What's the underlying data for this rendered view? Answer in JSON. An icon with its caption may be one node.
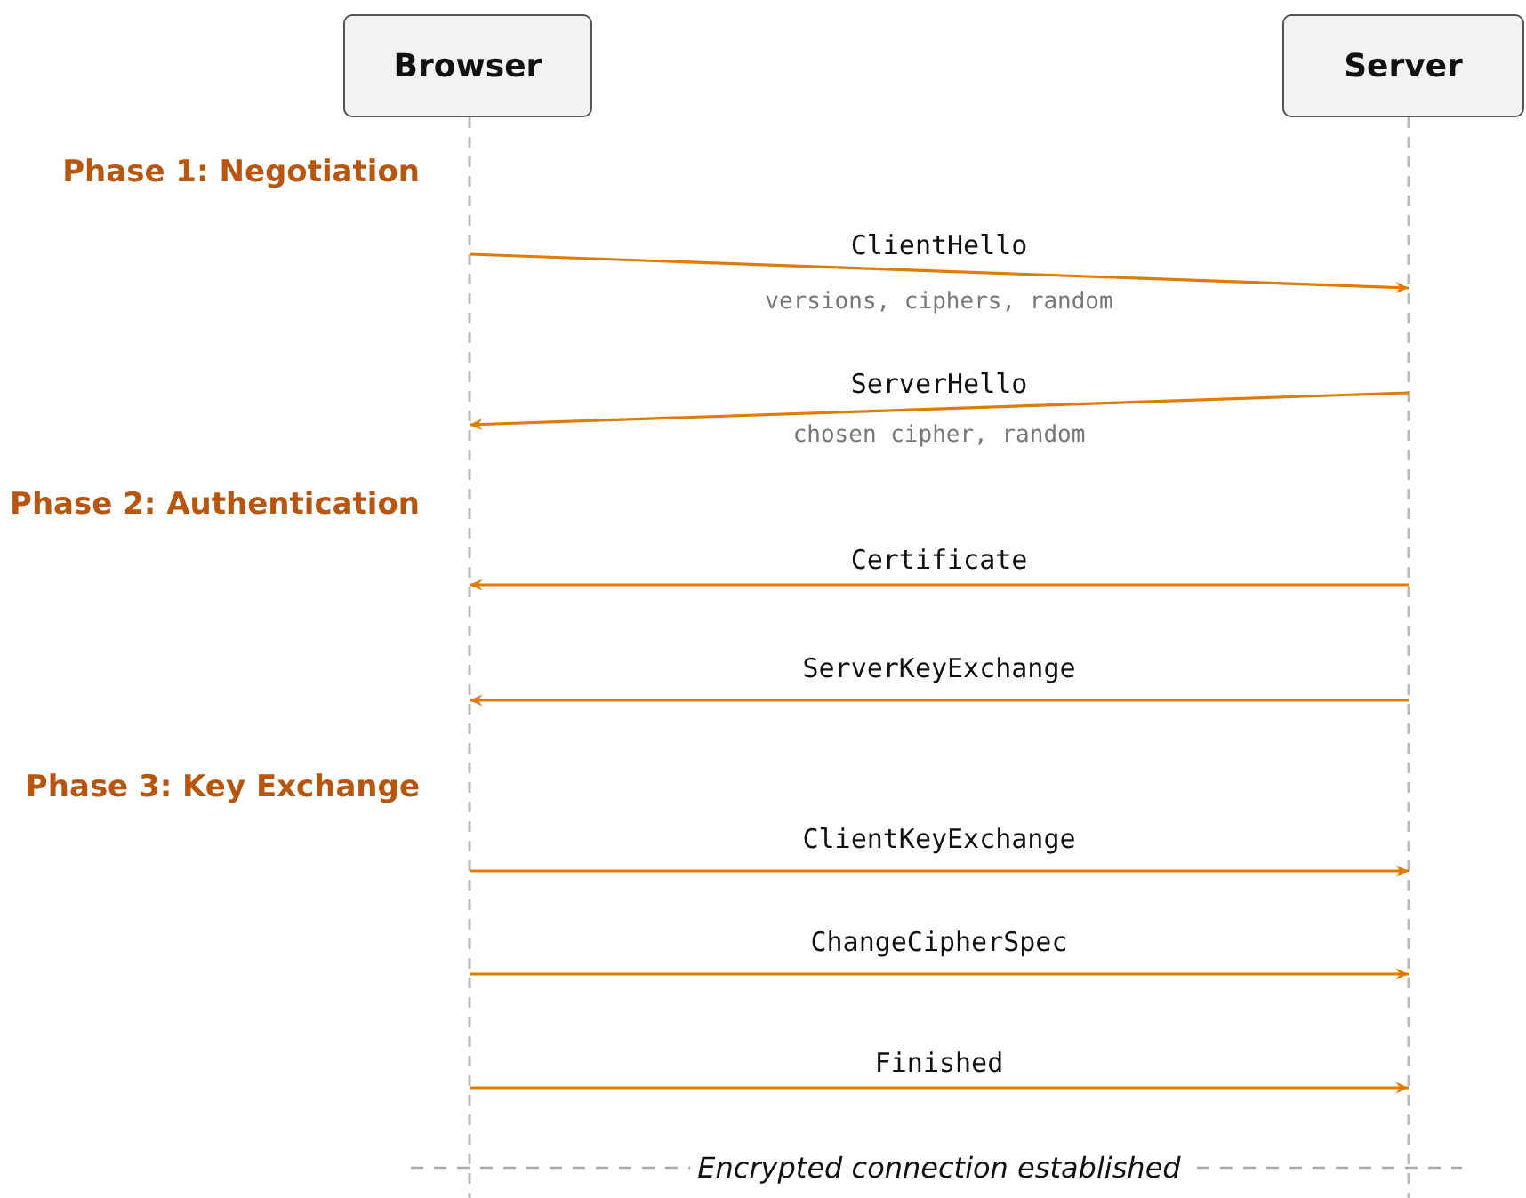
{
  "diagram": {
    "nodes": [
      {
        "text": [
          "Browser"
        ]
      },
      {
        "text": [
          "Server"
        ]
      }
    ],
    "edges": [
      {
        "from": 0,
        "to": 1,
        "arrow": "to",
        "label": "ClientHello"
      },
      {
        "from": 1,
        "to": 0,
        "arrow": "to",
        "label": "ServerHello"
      },
      {
        "from": 1,
        "to": 0,
        "arrow": "to",
        "label": "Certificate"
      },
      {
        "from": 1,
        "to": 0,
        "arrow": "to",
        "label": "ServerKeyExchange"
      },
      {
        "from": 0,
        "to": 1,
        "arrow": "to",
        "label": "ClientKeyExchange"
      },
      {
        "from": 0,
        "to": 1,
        "arrow": "to",
        "label": "ChangeCipherSpec"
      },
      {
        "from": 0,
        "to": 1,
        "arrow": "to",
        "label": "Finished"
      }
    ],
    "labels": [
      "Phase 1: Negotiation",
      "versions, ciphers, random",
      "chosen cipher, random",
      "Phase 2: Authentication",
      "Phase 3: Key Exchange",
      "Encrypted connection established"
    ]
  }
}
